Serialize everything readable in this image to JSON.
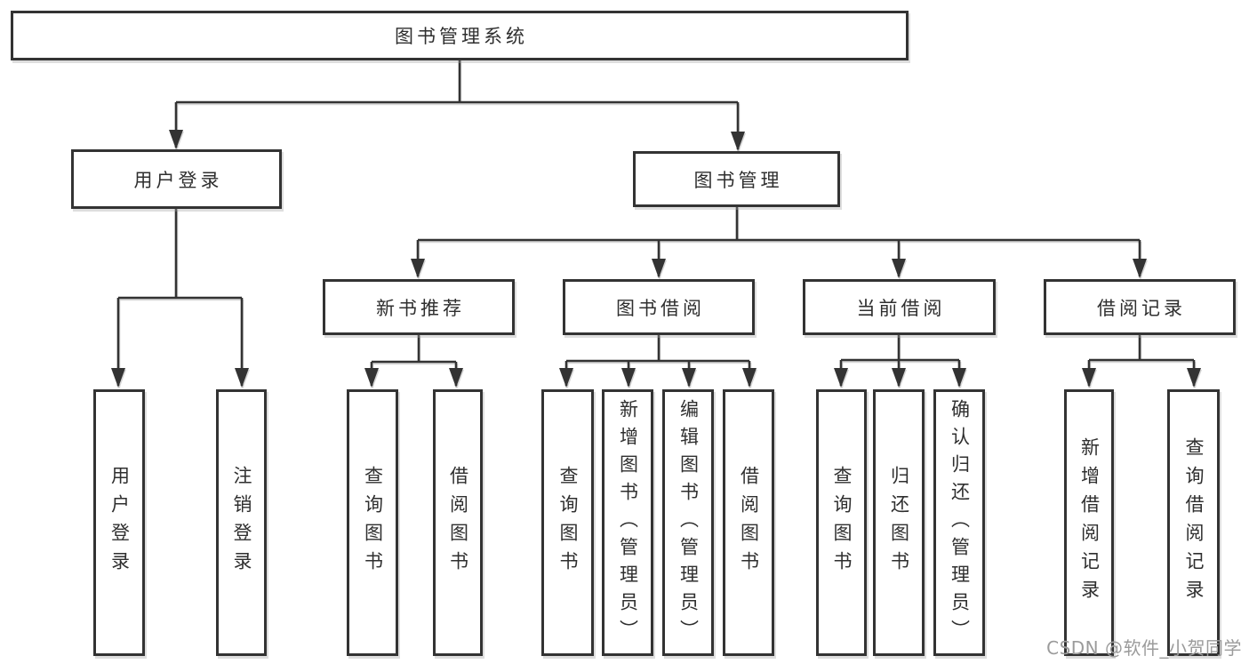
{
  "tree": {
    "root": {
      "label": "图书管理系统",
      "children": [
        {
          "label": "用户登录",
          "children": [
            {
              "label": "用户登录"
            },
            {
              "label": "注销登录"
            }
          ]
        },
        {
          "label": "图书管理",
          "children": [
            {
              "label": "新书推荐",
              "children": [
                {
                  "label": "查询图书"
                },
                {
                  "label": "借阅图书"
                }
              ]
            },
            {
              "label": "图书借阅",
              "children": [
                {
                  "label": "查询图书"
                },
                {
                  "label": "新增图书（管理员）"
                },
                {
                  "label": "编辑图书（管理员）"
                },
                {
                  "label": "借阅图书"
                }
              ]
            },
            {
              "label": "当前借阅",
              "children": [
                {
                  "label": "查询图书"
                },
                {
                  "label": "归还图书"
                },
                {
                  "label": "确认归还（管理员）"
                }
              ]
            },
            {
              "label": "借阅记录",
              "children": [
                {
                  "label": "新增借阅记录"
                },
                {
                  "label": "查询借阅记录"
                }
              ]
            }
          ]
        }
      ]
    }
  },
  "watermark": "CSDN @软件_小贺同学",
  "colors": {
    "line": "#333333",
    "box_border": "#333333",
    "text": "#2f2f2f",
    "watermark": "#9b9b9b",
    "background": "#ffffff"
  }
}
